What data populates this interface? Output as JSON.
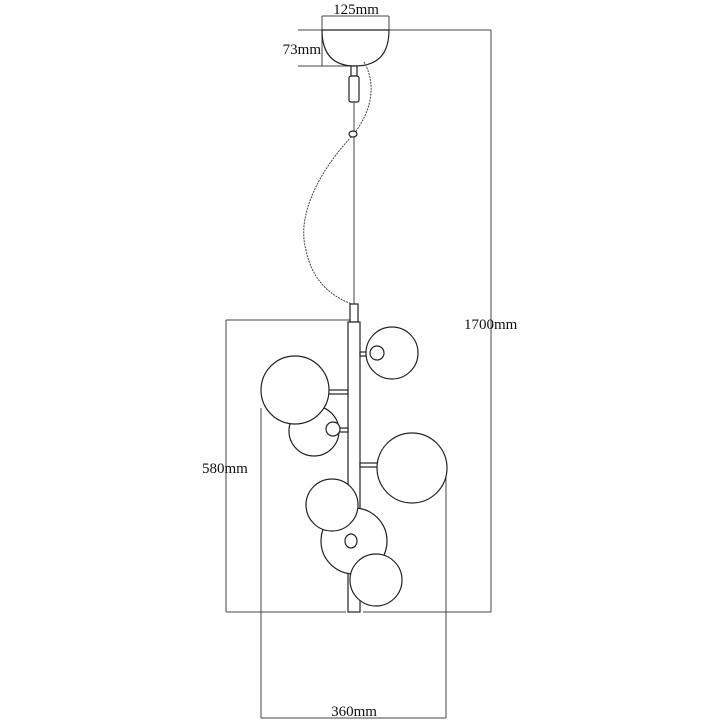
{
  "dimensions": {
    "canopy_width": "125mm",
    "canopy_height": "73mm",
    "overall_height": "1700mm",
    "body_height": "580mm",
    "body_width": "360mm"
  },
  "colors": {
    "line": "#222222",
    "dimension_line": "#444444",
    "background": "#ffffff"
  }
}
